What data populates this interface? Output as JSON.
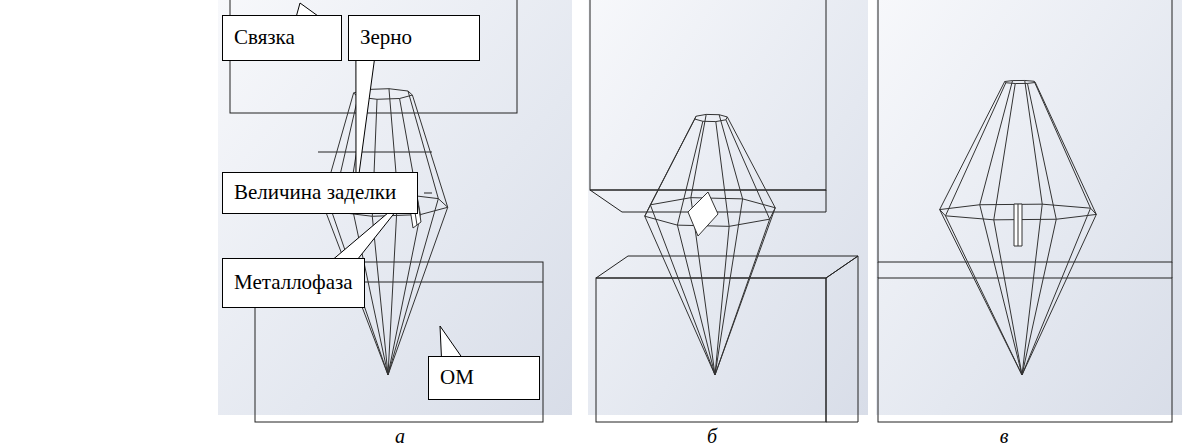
{
  "diagram": {
    "nodes": [
      {
        "text": [
          "Связка"
        ]
      },
      {
        "text": [
          "Зерно"
        ]
      },
      {
        "text": [
          "Величина заделки"
        ]
      },
      {
        "text": [
          "Металлофаза"
        ]
      },
      {
        "text": [
          "ОМ"
        ]
      }
    ],
    "labels": [
      "а",
      "б",
      "в"
    ]
  }
}
